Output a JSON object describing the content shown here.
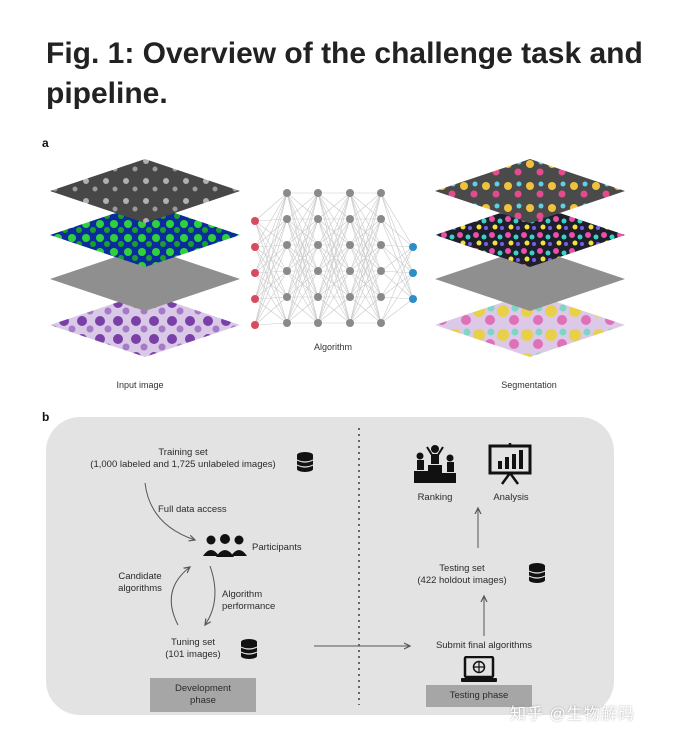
{
  "figure": {
    "title": "Fig. 1: Overview of the challenge task and pipeline."
  },
  "panel_a": {
    "letter": "a",
    "input_label": "Input image",
    "algorithm_label": "Algorithm",
    "output_label": "Segmentation",
    "colors": {
      "input_node": "#d84a5e",
      "hidden_node": "#8a8a8a",
      "output_node": "#2a8ec9"
    }
  },
  "panel_b": {
    "letter": "b",
    "training_set": "Training set\n(1,000 labeled and 1,725 unlabeled images)",
    "full_access": "Full data access",
    "participants": "Participants",
    "candidate": "Candidate\nalgorithms",
    "performance": "Algorithm\nperformance",
    "tuning_set": "Tuning set\n(101 images)",
    "dev_phase": "Development\nphase",
    "ranking": "Ranking",
    "analysis": "Analysis",
    "testing_set": "Testing set\n(422 holdout images)",
    "submit": "Submit final algorithms",
    "test_phase": "Testing phase"
  },
  "watermark": "知乎 @生物解码"
}
